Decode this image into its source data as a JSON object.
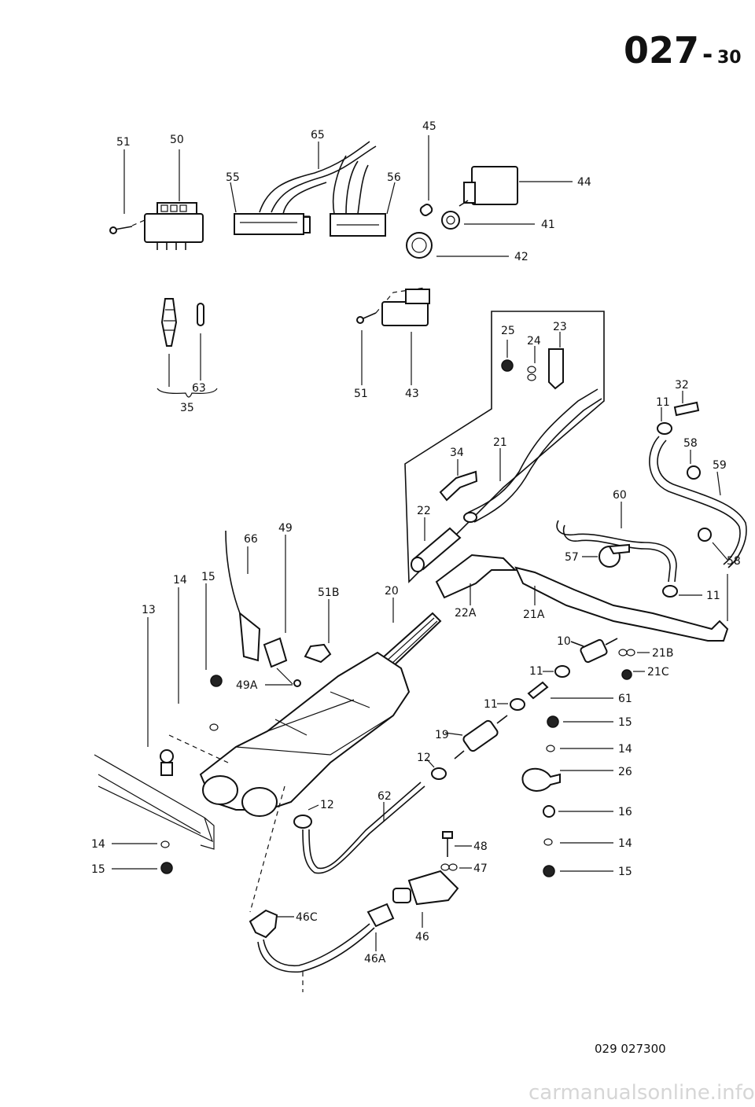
{
  "page": {
    "title_main": "027",
    "title_sep": "-",
    "title_sub": "30",
    "figure_code": "029 027300",
    "watermark": "carmanualsonline.info"
  },
  "callouts": {
    "c51a": "51",
    "c50": "50",
    "c65": "65",
    "c55": "55",
    "c56": "56",
    "c45": "45",
    "c44": "44",
    "c41": "41",
    "c42": "42",
    "c63": "63",
    "c35": "35",
    "c51b": "51",
    "c43": "43",
    "c25": "25",
    "c23": "23",
    "c24": "24",
    "c32": "32",
    "c11a": "11",
    "c58a": "58",
    "c59": "59",
    "c34": "34",
    "c21": "21",
    "c22": "22",
    "c60": "60",
    "c57": "57",
    "c58b": "58",
    "c11b": "11",
    "c66": "66",
    "c49": "49",
    "c15a": "15",
    "c14a": "14",
    "c13": "13",
    "c51B": "51B",
    "c20": "20",
    "c22A": "22A",
    "c21A": "21A",
    "c10": "10",
    "c21B": "21B",
    "c11c": "11",
    "c21C": "21C",
    "c49A": "49A",
    "c11d": "11",
    "c61": "61",
    "c15b": "15",
    "c19": "19",
    "c14b": "14",
    "c12a": "12",
    "c26": "26",
    "c12b": "12",
    "c62": "62",
    "c16": "16",
    "c14c": "14",
    "c14d": "14",
    "c48": "48",
    "c15c": "15",
    "c15d": "15",
    "c47": "47",
    "c46C": "46C",
    "c46": "46",
    "c46A": "46A"
  }
}
